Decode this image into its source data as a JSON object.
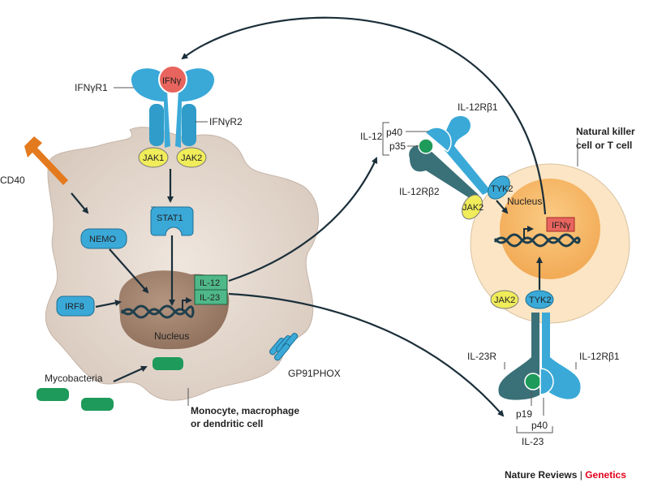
{
  "macrophage": {
    "cell_label_line1": "Monocyte, macrophage",
    "cell_label_line2": "or dendritic cell",
    "ifng": "IFNγ",
    "ifngr1": "IFNγR1",
    "ifngr2": "IFNγR2",
    "jak1": "JAK1",
    "jak2": "JAK2",
    "cd40": "CD40",
    "nemo": "NEMO",
    "stat1": "STAT1",
    "irf8": "IRF8",
    "nucleus": "Nucleus",
    "il12_gene": "IL-12",
    "il23_gene": "IL-23",
    "gp91phox": "GP91PHOX",
    "mycobacteria": "Mycobacteria"
  },
  "nk_cell": {
    "cell_label_line1": "Natural killer",
    "cell_label_line2": "cell or T cell",
    "il12": "IL-12",
    "p40": "p40",
    "p35": "p35",
    "il12rb1_top": "IL-12Rβ1",
    "il12rb2": "IL-12Rβ2",
    "tyk2_top": "TYK2",
    "jak2_top": "JAK2",
    "nucleus": "Nucleus",
    "ifng_gene": "IFNγ",
    "jak2_bottom": "JAK2",
    "tyk2_bottom": "TYK2",
    "il23r": "IL-23R",
    "il12rb1_bottom": "IL-12Rβ1",
    "p19": "p19",
    "p40_bottom": "p40",
    "il23": "IL-23"
  },
  "credit": {
    "journal": "Nature Reviews",
    "separator": "|",
    "section": "Genetics"
  },
  "colors": {
    "receptor_blue": "#3aa9d8",
    "receptor_dark": "#3a7078",
    "jak_yellow": "#f0ec5a",
    "cell_beige": "#dccfc4",
    "nucleus_brown": "#9b7b66",
    "gene_green": "#4fb889",
    "ifng_red": "#e8645e",
    "nk_outer": "#fbe5c4",
    "nk_nucleus": "#f5b460",
    "credit_red": "#e3001b"
  }
}
